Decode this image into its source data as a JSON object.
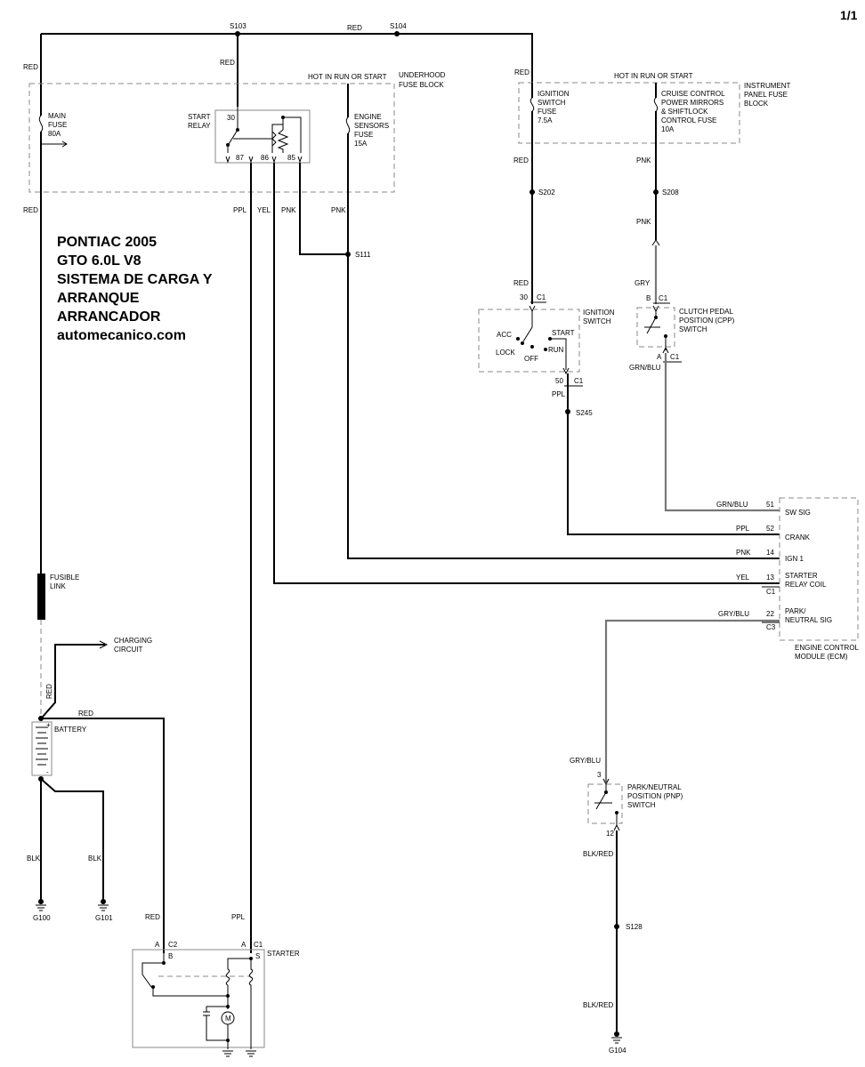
{
  "page_number": "1/1",
  "title": {
    "line1": "PONTIAC 2005",
    "line2": "GTO 6.0L V8",
    "line3": "SISTEMA DE CARGA Y",
    "line4": "ARRANQUE",
    "line5": "ARRANCADOR",
    "line6": "automecanico.com"
  },
  "splices": {
    "s103": "S103",
    "s104": "S104",
    "s111": "S111",
    "s202": "S202",
    "s208": "S208",
    "s245": "S245",
    "s128": "S128"
  },
  "wire_colors": {
    "red": "RED",
    "ppl": "PPL",
    "yel": "YEL",
    "pnk": "PNK",
    "gry": "GRY",
    "grn_blu": "GRN/BLU",
    "gry_blu": "GRY/BLU",
    "blk": "BLK",
    "blk_red": "BLK/RED"
  },
  "underhood": {
    "hot": "HOT IN RUN OR START",
    "name1": "UNDERHOOD",
    "name2": "FUSE BLOCK",
    "main1": "MAIN",
    "main2": "FUSE",
    "main3": "80A",
    "relay1": "START",
    "relay2": "RELAY",
    "pin30": "30",
    "pin87": "87",
    "pin86": "86",
    "pin85": "85",
    "eng1": "ENGINE",
    "eng2": "SENSORS",
    "eng3": "FUSE",
    "eng4": "15A"
  },
  "ip": {
    "hot": "HOT IN RUN OR START",
    "name1": "INSTRUMENT",
    "name2": "PANEL FUSE",
    "name3": "BLOCK",
    "ign1": "IGNITION",
    "ign2": "SWITCH",
    "ign3": "FUSE",
    "ign4": "7.5A",
    "cc1": "CRUISE CONTROL",
    "cc2": "POWER MIRRORS",
    "cc3": "& SHIFTLOCK",
    "cc4": "CONTROL FUSE",
    "cc5": "10A"
  },
  "ignition_switch": {
    "name1": "IGNITION",
    "name2": "SWITCH",
    "acc": "ACC",
    "lock": "LOCK",
    "off": "OFF",
    "run": "RUN",
    "start": "START",
    "pin_in": "30",
    "pin_out": "50",
    "conn": "C1"
  },
  "cpp": {
    "name1": "CLUTCH PEDAL",
    "name2": "POSITION (CPP)",
    "name3": "SWITCH",
    "pin_b": "B",
    "pin_a": "A",
    "conn": "C1"
  },
  "ecm": {
    "name1": "ENGINE CONTROL",
    "name2": "MODULE (ECM)",
    "pins": [
      {
        "num": "51",
        "label1": "SW SIG",
        "label2": ""
      },
      {
        "num": "52",
        "label1": "CRANK",
        "label2": ""
      },
      {
        "num": "14",
        "label1": "IGN 1",
        "label2": ""
      },
      {
        "num": "13",
        "label1": "STARTER",
        "label2": "RELAY COIL"
      },
      {
        "num": "22",
        "label1": "PARK/",
        "label2": "NEUTRAL SIG"
      }
    ],
    "conn_c1": "C1",
    "conn_c3": "C3"
  },
  "pnp": {
    "name1": "PARK/NEUTRAL",
    "name2": "POSITION (PNP)",
    "name3": "SWITCH",
    "pin3": "3",
    "pin12": "12"
  },
  "fusible": {
    "line1": "FUSIBLE",
    "line2": "LINK"
  },
  "charging": {
    "line1": "CHARGING",
    "line2": "CIRCUIT"
  },
  "battery": "BATTERY",
  "grounds": {
    "g100": "G100",
    "g101": "G101",
    "g104": "G104"
  },
  "starter": {
    "name": "STARTER",
    "pin_a1": "A",
    "conn_c2": "C2",
    "term_b": "B",
    "pin_a2": "A",
    "conn_c1": "C1",
    "term_s": "S",
    "motor": "M"
  }
}
